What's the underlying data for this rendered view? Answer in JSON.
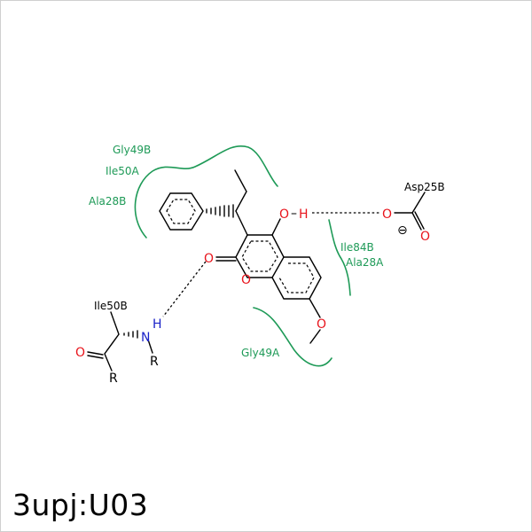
{
  "title": "3upj:U03",
  "colors": {
    "residue": "#1e9a57",
    "oxygen": "#e8141c",
    "nitrogen": "#1a22c8",
    "bond": "#000000"
  },
  "labels": {
    "gly49b": "Gly49B",
    "ile50a": "Ile50A",
    "ala28b": "Ala28B",
    "ile84b": "Ile84B",
    "ala28a": "Ala28A",
    "gly49a": "Gly49A",
    "asp25b": "Asp25B",
    "ile50b": "Ile50B"
  },
  "atoms": {
    "o_hydroxyl": "O",
    "h_hydroxyl": "H",
    "o_carbonyl": "O",
    "o_ring": "O",
    "o_methoxy": "O",
    "o_asp_1": "O",
    "o_asp_2": "O",
    "charge": "⊖",
    "n_backbone": "N",
    "h_backbone": "H",
    "o_backbone": "O",
    "r_n": "R",
    "r_c": "R"
  }
}
